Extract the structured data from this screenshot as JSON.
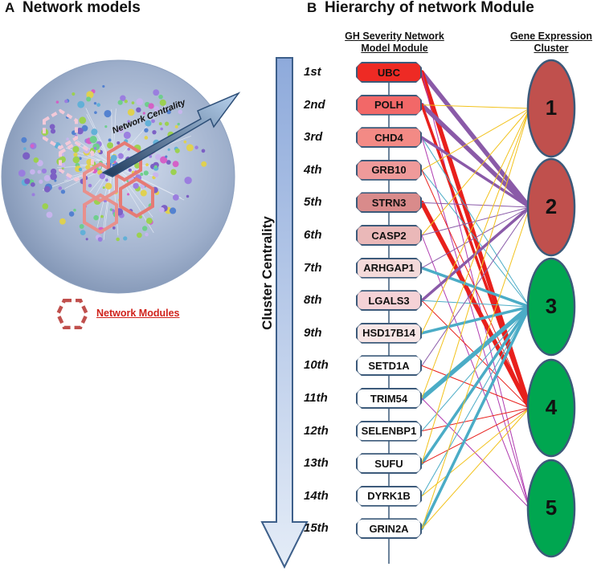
{
  "panel_a": {
    "letter": "A",
    "title": "Network models",
    "arrow_label": "Network Centrality",
    "legend_label": "Network Modules"
  },
  "panel_b": {
    "letter": "B",
    "title": "Hierarchy of network Module",
    "left_header": "GH Severity Network Model Module",
    "right_header": "Gene Expression Cluster",
    "axis_label": "Cluster Centrality"
  },
  "modules": [
    {
      "rank": "1st",
      "gene": "UBC",
      "color": "#ee2a24"
    },
    {
      "rank": "2nd",
      "gene": "POLH",
      "color": "#f26868"
    },
    {
      "rank": "3rd",
      "gene": "CHD4",
      "color": "#f38a85"
    },
    {
      "rank": "4th",
      "gene": "GRB10",
      "color": "#ef9a9a"
    },
    {
      "rank": "5th",
      "gene": "STRN3",
      "color": "#d98b8b"
    },
    {
      "rank": "6th",
      "gene": "CASP2",
      "color": "#eab8b8"
    },
    {
      "rank": "7th",
      "gene": "ARHGAP1",
      "color": "#f4dada"
    },
    {
      "rank": "8th",
      "gene": "LGALS3",
      "color": "#f5d2d6"
    },
    {
      "rank": "9th",
      "gene": "HSD17B14",
      "color": "#f8e6e6"
    },
    {
      "rank": "10th",
      "gene": "SETD1A",
      "color": "#ffffff"
    },
    {
      "rank": "11th",
      "gene": "TRIM54",
      "color": "#ffffff"
    },
    {
      "rank": "12th",
      "gene": "SELENBP1",
      "color": "#ffffff"
    },
    {
      "rank": "13th",
      "gene": "SUFU",
      "color": "#ffffff"
    },
    {
      "rank": "14th",
      "gene": "DYRK1B",
      "color": "#ffffff"
    },
    {
      "rank": "15th",
      "gene": "GRIN2A",
      "color": "#ffffff"
    }
  ],
  "clusters": [
    {
      "label": "1",
      "color": "#c0504d"
    },
    {
      "label": "2",
      "color": "#c0504d"
    },
    {
      "label": "3",
      "color": "#00a650"
    },
    {
      "label": "4",
      "color": "#00a650"
    },
    {
      "label": "5",
      "color": "#00a650"
    }
  ],
  "edge_colors": {
    "red": "#e8201c",
    "purple": "#8a5aa8",
    "teal": "#4bacc6",
    "yellow": "#f2c21b",
    "magenta": "#b03bb0"
  },
  "edges": [
    {
      "module": "UBC",
      "cluster": "2",
      "color": "purple",
      "weight": "thick"
    },
    {
      "module": "UBC",
      "cluster": "4",
      "color": "red",
      "weight": "thick"
    },
    {
      "module": "UBC",
      "cluster": "5",
      "color": "magenta",
      "weight": "thin"
    },
    {
      "module": "POLH",
      "cluster": "2",
      "color": "purple",
      "weight": "thick"
    },
    {
      "module": "POLH",
      "cluster": "1",
      "color": "yellow",
      "weight": "thin"
    },
    {
      "module": "POLH",
      "cluster": "4",
      "color": "red",
      "weight": "medium"
    },
    {
      "module": "CHD4",
      "cluster": "2",
      "color": "purple",
      "weight": "medium"
    },
    {
      "module": "CHD4",
      "cluster": "3",
      "color": "teal",
      "weight": "thin"
    },
    {
      "module": "CHD4",
      "cluster": "5",
      "color": "magenta",
      "weight": "thin"
    },
    {
      "module": "GRB10",
      "cluster": "1",
      "color": "yellow",
      "weight": "thin"
    },
    {
      "module": "GRB10",
      "cluster": "3",
      "color": "teal",
      "weight": "thin"
    },
    {
      "module": "GRB10",
      "cluster": "4",
      "color": "red",
      "weight": "thin"
    },
    {
      "module": "STRN3",
      "cluster": "4",
      "color": "red",
      "weight": "thick"
    },
    {
      "module": "STRN3",
      "cluster": "2",
      "color": "purple",
      "weight": "thin"
    },
    {
      "module": "CASP2",
      "cluster": "1",
      "color": "yellow",
      "weight": "thin"
    },
    {
      "module": "CASP2",
      "cluster": "2",
      "color": "purple",
      "weight": "thin"
    },
    {
      "module": "CASP2",
      "cluster": "5",
      "color": "magenta",
      "weight": "thin"
    },
    {
      "module": "ARHGAP1",
      "cluster": "3",
      "color": "teal",
      "weight": "medium"
    },
    {
      "module": "ARHGAP1",
      "cluster": "2",
      "color": "purple",
      "weight": "thin"
    },
    {
      "module": "LGALS3",
      "cluster": "2",
      "color": "purple",
      "weight": "medium"
    },
    {
      "module": "LGALS3",
      "cluster": "4",
      "color": "red",
      "weight": "thin"
    },
    {
      "module": "LGALS3",
      "cluster": "3",
      "color": "teal",
      "weight": "thin"
    },
    {
      "module": "HSD17B14",
      "cluster": "3",
      "color": "teal",
      "weight": "medium"
    },
    {
      "module": "HSD17B14",
      "cluster": "1",
      "color": "yellow",
      "weight": "thin"
    },
    {
      "module": "SETD1A",
      "cluster": "2",
      "color": "purple",
      "weight": "thin"
    },
    {
      "module": "SETD1A",
      "cluster": "4",
      "color": "red",
      "weight": "thin"
    },
    {
      "module": "TRIM54",
      "cluster": "3",
      "color": "teal",
      "weight": "thick"
    },
    {
      "module": "TRIM54",
      "cluster": "1",
      "color": "yellow",
      "weight": "thin"
    },
    {
      "module": "TRIM54",
      "cluster": "5",
      "color": "magenta",
      "weight": "thin"
    },
    {
      "module": "SELENBP1",
      "cluster": "4",
      "color": "red",
      "weight": "thin"
    },
    {
      "module": "SELENBP1",
      "cluster": "3",
      "color": "teal",
      "weight": "thin"
    },
    {
      "module": "SUFU",
      "cluster": "3",
      "color": "teal",
      "weight": "medium"
    },
    {
      "module": "SUFU",
      "cluster": "4",
      "color": "red",
      "weight": "thin"
    },
    {
      "module": "SUFU",
      "cluster": "1",
      "color": "yellow",
      "weight": "thin"
    },
    {
      "module": "DYRK1B",
      "cluster": "3",
      "color": "teal",
      "weight": "thin"
    },
    {
      "module": "DYRK1B",
      "cluster": "4",
      "color": "yellow",
      "weight": "thin"
    },
    {
      "module": "GRIN2A",
      "cluster": "3",
      "color": "teal",
      "weight": "medium"
    },
    {
      "module": "GRIN2A",
      "cluster": "4",
      "color": "yellow",
      "weight": "thin"
    },
    {
      "module": "GRIN2A",
      "cluster": "2",
      "color": "yellow",
      "weight": "thin"
    }
  ]
}
